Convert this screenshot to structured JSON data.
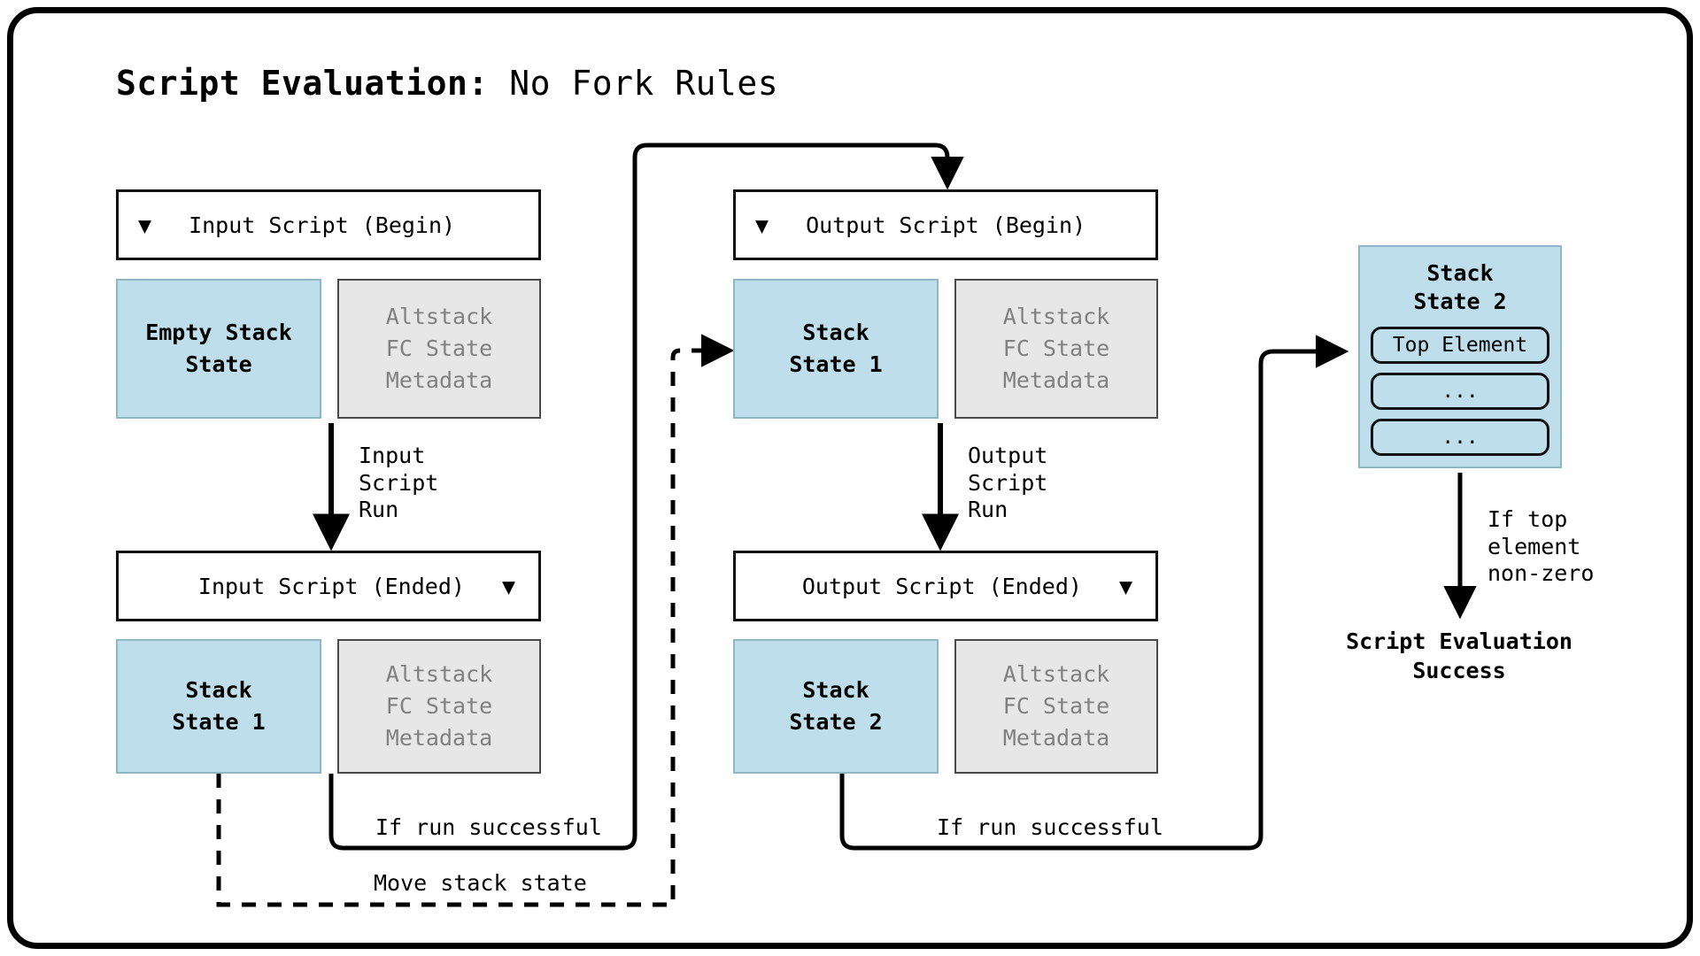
{
  "diagram": {
    "title_bold": "Script Evaluation:",
    "title_regular": " No Fork Rules",
    "frame_color": "#000000",
    "stack_color": "#bfdeeb",
    "altstack_color": "#e7e7e7",
    "altstack_text_color": "#808080"
  },
  "input_column": {
    "begin_header": {
      "label": "Input Script (Begin)",
      "caret": "caret-down-icon",
      "caret_glyph": "▼",
      "caret_side": "left"
    },
    "begin_stack": "Empty Stack\nState",
    "begin_altstack": "Altstack\nFC State\nMetadata",
    "run_label": "Input\nScript\nRun",
    "ended_header": {
      "label": "Input Script (Ended)",
      "caret": "caret-down-icon",
      "caret_glyph": "▼",
      "caret_side": "right"
    },
    "ended_stack": "Stack\nState 1",
    "ended_altstack": "Altstack\nFC State\nMetadata"
  },
  "output_column": {
    "begin_header": {
      "label": "Output Script (Begin)",
      "caret": "caret-down-icon",
      "caret_glyph": "▼",
      "caret_side": "left"
    },
    "begin_stack": "Stack\nState 1",
    "begin_altstack": "Altstack\nFC State\nMetadata",
    "run_label": "Output\nScript\nRun",
    "ended_header": {
      "label": "Output Script (Ended)",
      "caret": "caret-down-icon",
      "caret_glyph": "▼",
      "caret_side": "right"
    },
    "ended_stack": "Stack\nState 2",
    "ended_altstack": "Altstack\nFC State\nMetadata"
  },
  "result_panel": {
    "title": "Stack\nState 2",
    "elements": [
      "Top Element",
      "...",
      "..."
    ],
    "condition_label": "If top\nelement\nnon-zero",
    "success_label": "Script Evaluation\nSuccess"
  },
  "connectors": {
    "input_success": "If run successful",
    "move_stack_state": "Move stack state",
    "output_success": "If run successful"
  }
}
